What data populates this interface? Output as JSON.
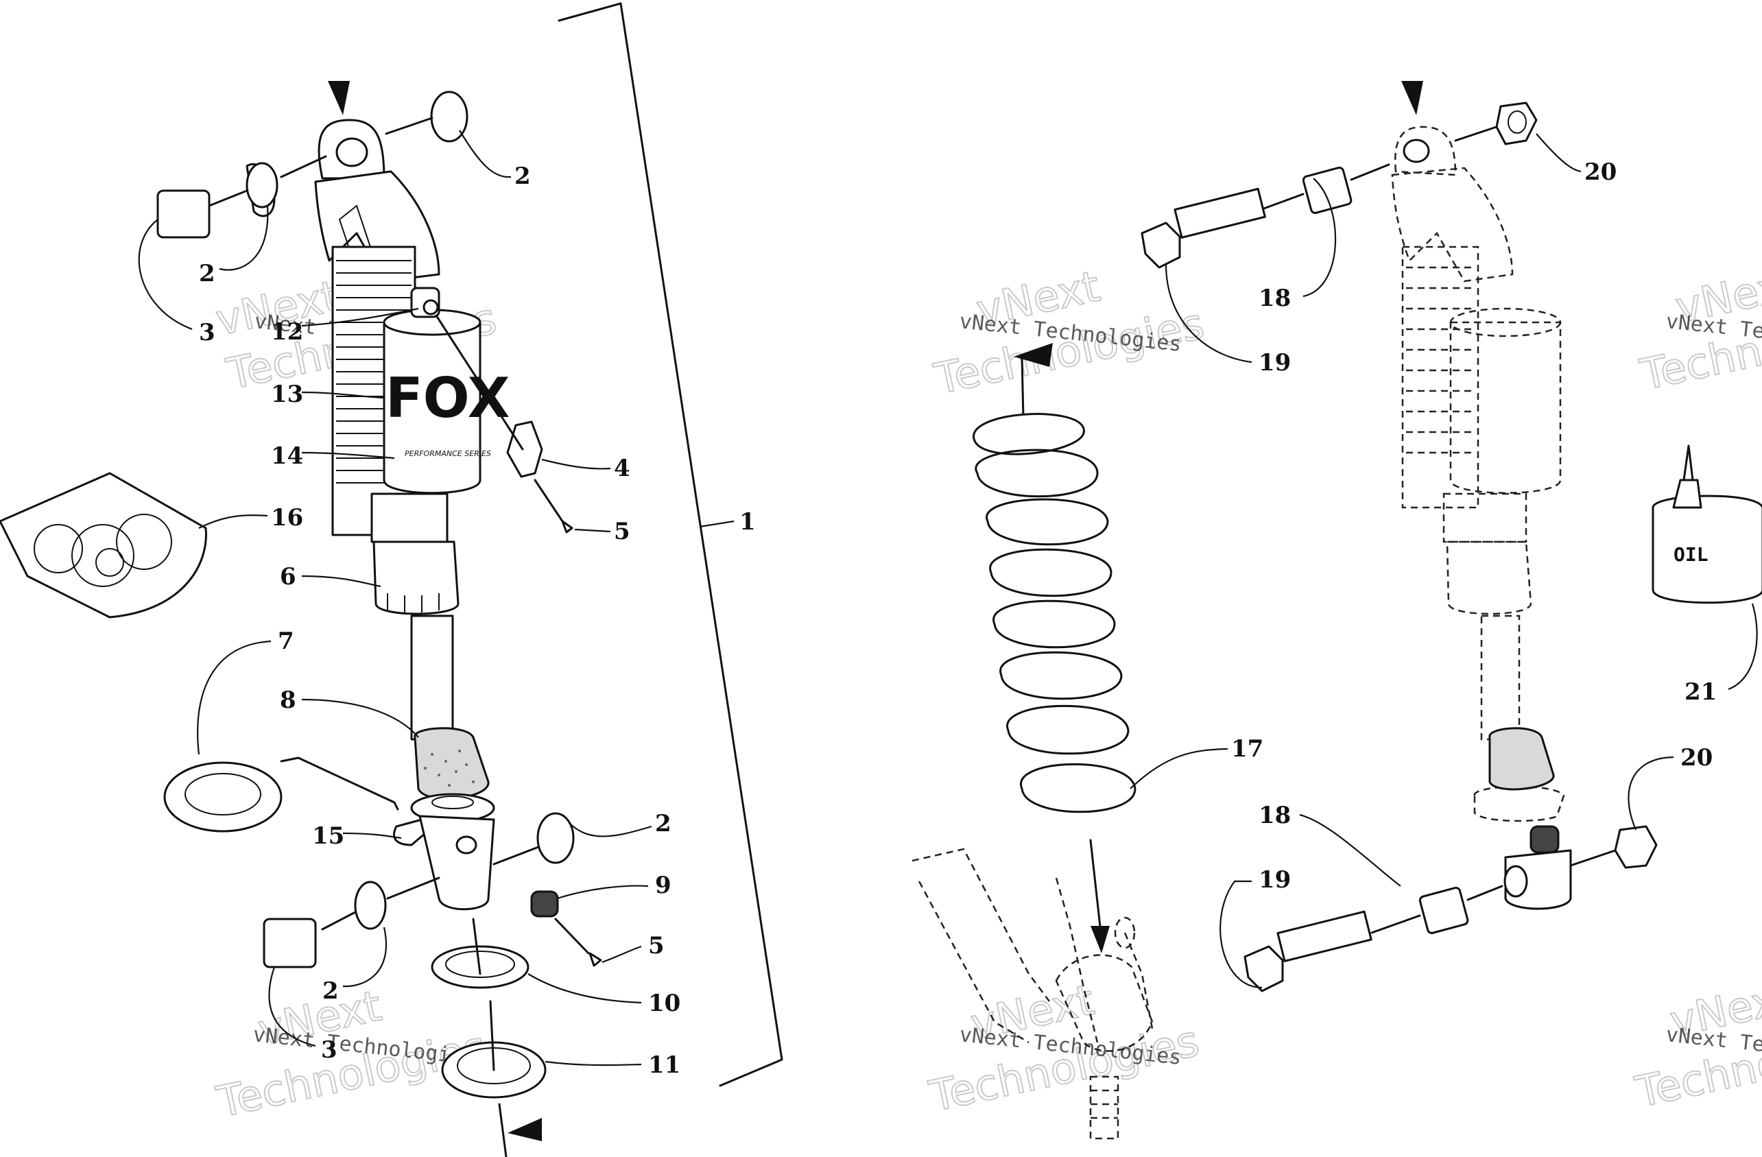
{
  "diagram": {
    "callouts": {
      "c1": "1",
      "c2a": "2",
      "c2b": "2",
      "c2c": "2",
      "c2d": "2",
      "c3a": "3",
      "c3b": "3",
      "c4": "4",
      "c5a": "5",
      "c5b": "5",
      "c6": "6",
      "c7": "7",
      "c8": "8",
      "c9": "9",
      "c10": "10",
      "c11": "11",
      "c12": "12",
      "c13": "13",
      "c14": "14",
      "c15": "15",
      "c16": "16",
      "c17": "17",
      "c18a": "18",
      "c18b": "18",
      "c19a": "19",
      "c19b": "19",
      "c20a": "20",
      "c20b": "20",
      "c21": "21"
    },
    "shock_brand": "FOX",
    "reservoir_text": "PERFORMANCE SERIES",
    "oil_label": "OIL"
  },
  "watermark": {
    "company_line": "vNext Technologies",
    "line1": "vNext",
    "line2": "Technologies"
  }
}
